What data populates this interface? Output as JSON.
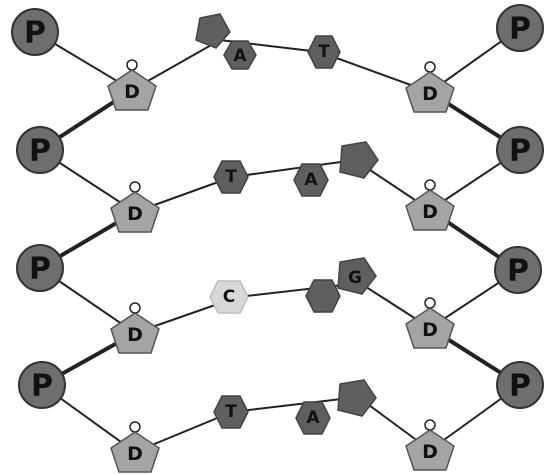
{
  "diagram": {
    "colors": {
      "phosphate": "#6e6e6e",
      "sugar": "#a4a4a4",
      "base_dark": "#5f5f5f",
      "base_light": "#d8d8d8",
      "line": "#222222"
    },
    "phosphate_label": "P",
    "sugar_label": "D",
    "rungs": [
      {
        "left_base": "A",
        "right_base": "T",
        "left_shape": "hexagon",
        "left_color": "#5f5f5f",
        "right_shape": "hexagon",
        "right_color": "#5f5f5f",
        "purine_side": "left"
      },
      {
        "left_base": "T",
        "right_base": "A",
        "left_shape": "hexagon",
        "left_color": "#5f5f5f",
        "right_shape": "hexagon",
        "right_color": "#5f5f5f",
        "purine_side": "right"
      },
      {
        "left_base": "C",
        "right_base": "G",
        "left_shape": "hexagon",
        "left_color": "#d8d8d8",
        "right_shape": "hexagon",
        "right_color": "#5f5f5f",
        "purine_side": "right"
      },
      {
        "left_base": "T",
        "right_base": "A",
        "left_shape": "hexagon",
        "left_color": "#5f5f5f",
        "right_shape": "hexagon",
        "right_color": "#5f5f5f",
        "purine_side": "right"
      }
    ]
  }
}
